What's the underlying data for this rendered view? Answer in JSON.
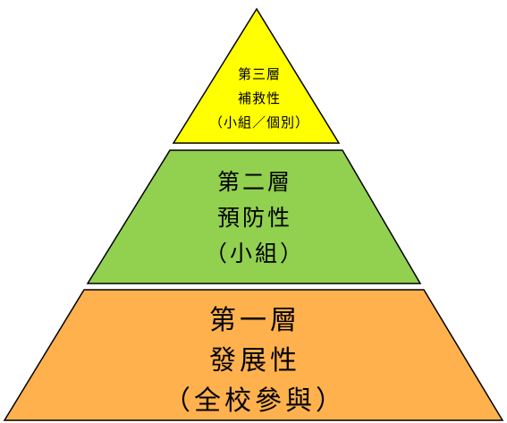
{
  "tiers": [
    {
      "color": "#FFFF00",
      "lines": [
        "第三層",
        "補救性",
        "（小組／個別）"
      ]
    },
    {
      "color": "#92D050",
      "lines": [
        "第二層",
        "預防性",
        "（小組）"
      ]
    },
    {
      "color": "#FFB14E",
      "lines": [
        "第一層",
        "發展性",
        "（全校參與）"
      ]
    }
  ]
}
